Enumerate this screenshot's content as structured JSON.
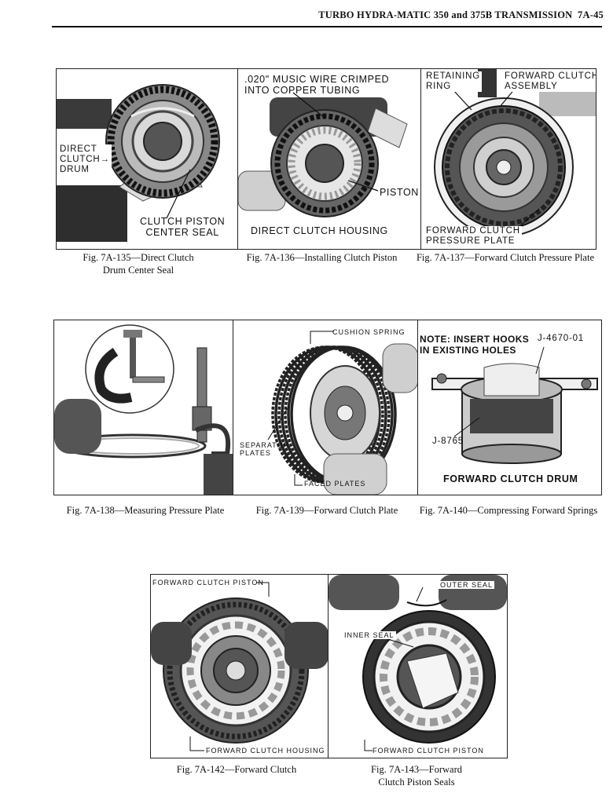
{
  "header": {
    "title": "TURBO HYDRA-MATIC 350 and 375B TRANSMISSION",
    "page": "7A-45"
  },
  "figures": [
    {
      "id": "135",
      "caption_line1": "Fig. 7A-135—Direct Clutch",
      "caption_line2": "Drum Center Seal",
      "labels": {
        "drum": "DIRECT\nCLUTCH→\nDRUM",
        "seal": "CLUTCH PISTON\nCENTER SEAL"
      }
    },
    {
      "id": "136",
      "caption_line1": "Fig. 7A-136—Installing Clutch Piston",
      "labels": {
        "wire": ".020\" MUSIC WIRE CRIMPED\nINTO COPPER TUBING",
        "piston": "PISTON",
        "housing": "DIRECT CLUTCH HOUSING"
      }
    },
    {
      "id": "137",
      "caption_line1": "Fig. 7A-137—Forward Clutch Pressure Plate",
      "labels": {
        "ring": "RETAINING\nRING",
        "assembly": "FORWARD CLUTCH\nASSEMBLY",
        "plate": "FORWARD CLUTCH\nPRESSURE PLATE"
      }
    },
    {
      "id": "138",
      "caption_line1": "Fig. 7A-138—Measuring Pressure Plate",
      "labels": {}
    },
    {
      "id": "139",
      "caption_line1": "Fig. 7A-139—Forward Clutch Plate",
      "labels": {
        "cushion": "CUSHION SPRING",
        "separator": "SEPARATOR\nPLATES",
        "faced": "FACED PLATES"
      }
    },
    {
      "id": "140",
      "caption_line1": "Fig. 7A-140—Compressing Forward Springs",
      "labels": {
        "note": "NOTE: INSERT HOOKS\nIN EXISTING HOLES",
        "tool1": "J-4670-01",
        "tool2": "J-8765",
        "drum": "FORWARD CLUTCH DRUM"
      }
    },
    {
      "id": "142",
      "caption_line1": "Fig. 7A-142—Forward Clutch",
      "labels": {
        "piston": "FORWARD CLUTCH PISTON",
        "housing": "FORWARD CLUTCH HOUSING"
      }
    },
    {
      "id": "143",
      "caption_line1": "Fig. 7A-143—Forward",
      "caption_line2": "Clutch Piston Seals",
      "labels": {
        "outer": "OUTER SEAL",
        "inner": "INNER SEAL",
        "piston": "FORWARD CLUTCH PISTON"
      }
    }
  ]
}
